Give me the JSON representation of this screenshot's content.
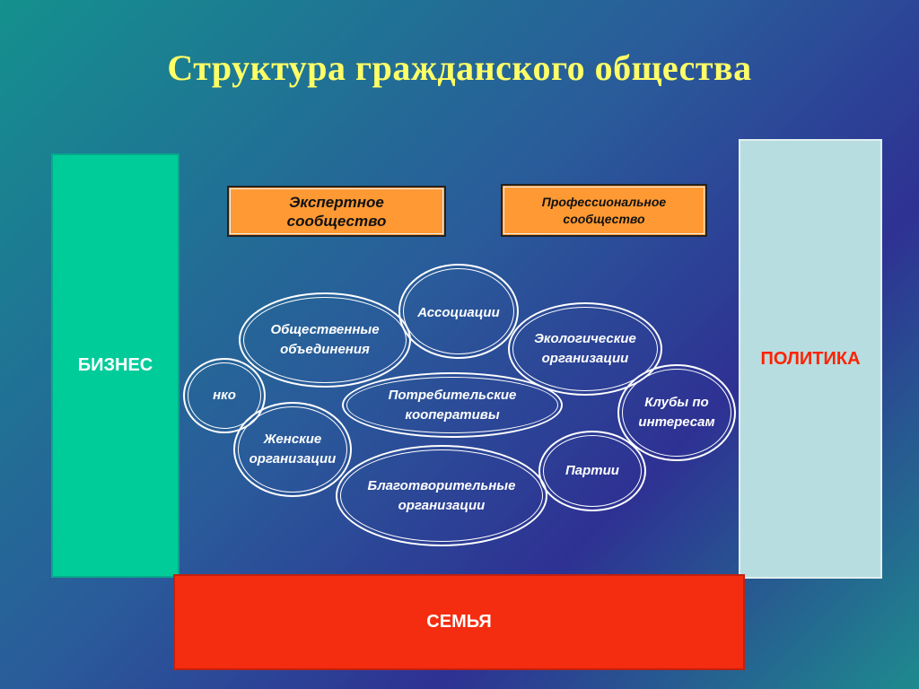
{
  "title": "Структура гражданского общества",
  "blocks": {
    "business": "БИЗНЕС",
    "politics": "ПОЛИТИКА",
    "family": "СЕМЬЯ"
  },
  "communities": {
    "expert": "Экспертное сообщество",
    "professional": "Профессиональное сообщество"
  },
  "organizations": {
    "associations": "Ассоциации",
    "public_associations": "Общественные объединения",
    "ecological": "Экологические организации",
    "nko": "нко",
    "consumer_coops": "Потребительские кооперативы",
    "clubs": "Клубы по интересам",
    "womens": "Женские организации",
    "parties": "Партии",
    "charity": "Благотворительные организации"
  },
  "colors": {
    "title": "#ffff66",
    "business": "#00cc99",
    "politics": "#b8dde0",
    "politics_text": "#ff2200",
    "family": "#f42c10",
    "community_box": "#ff9933"
  }
}
